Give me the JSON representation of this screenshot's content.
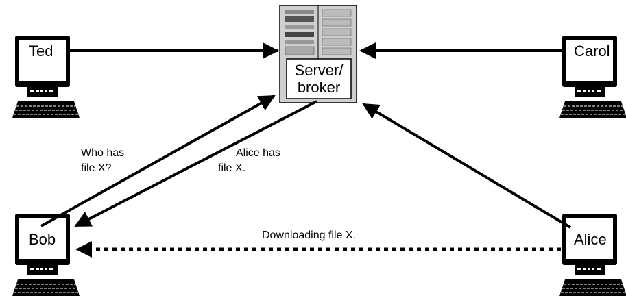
{
  "nodes": {
    "ted": "Ted",
    "carol": "Carol",
    "bob": "Bob",
    "alice": "Alice",
    "server_line1": "Server/",
    "server_line2": "broker"
  },
  "messages": {
    "query_line1": "Who has",
    "query_line2": "file X?",
    "answer_line1": "Alice has",
    "answer_line2": "file X.",
    "download": "Downloading file X."
  },
  "colors": {
    "ink": "#000000",
    "screen": "#ffffff",
    "server_body": "#c8c8c8"
  },
  "icons": {
    "computer": "desktop-computer-icon",
    "server": "server-rack-icon"
  }
}
